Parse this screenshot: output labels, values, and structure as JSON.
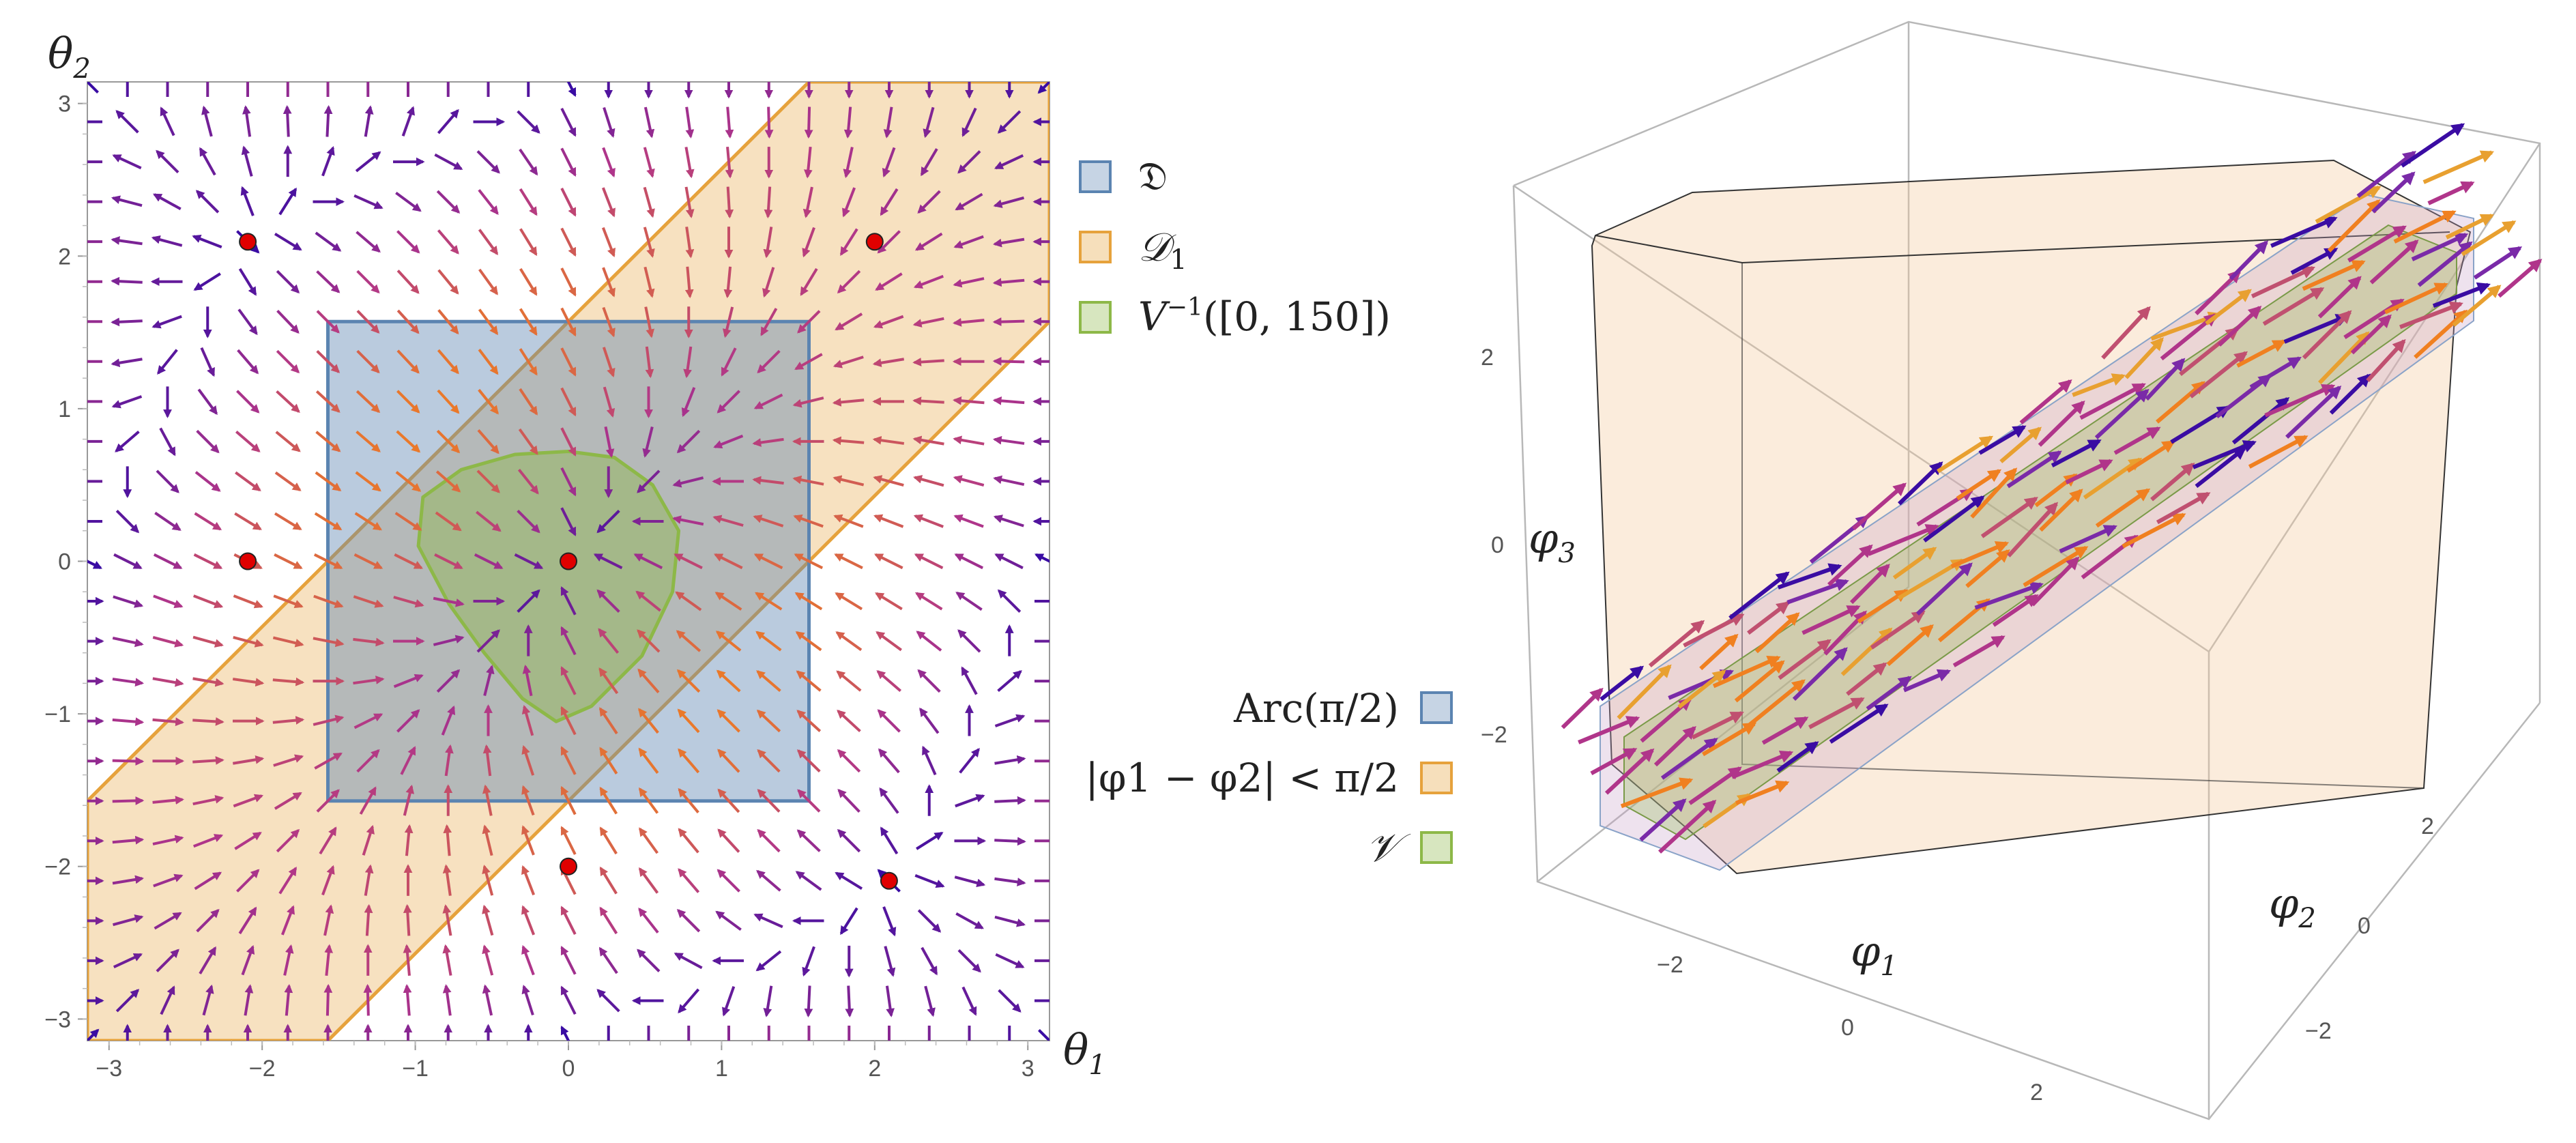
{
  "chart_data": [
    {
      "type": "vector-field",
      "xlabel": "θ",
      "xlabel_sub": "1",
      "ylabel": "θ",
      "ylabel_sub": "2",
      "xlim": [
        -3.14159,
        3.14159
      ],
      "ylim": [
        -3.14159,
        3.14159
      ],
      "xticks": [
        -3,
        -2,
        -1,
        0,
        1,
        2,
        3
      ],
      "yticks": [
        -3,
        -2,
        -1,
        0,
        1,
        2,
        3
      ],
      "xtick_labels": [
        "−3",
        "−2",
        "−1",
        "0",
        "1",
        "2",
        "3"
      ],
      "ytick_labels": [
        "−3",
        "−2",
        "−1",
        "0",
        "1",
        "2",
        "3"
      ],
      "regions": [
        {
          "legend": "𝔇",
          "color": "#5b84b1",
          "polygon": [
            [
              -1.5708,
              -1.5708
            ],
            [
              1.5708,
              -1.5708
            ],
            [
              1.5708,
              1.5708
            ],
            [
              -1.5708,
              1.5708
            ]
          ]
        },
        {
          "legend": "𝒟",
          "legend_sub": "1",
          "color": "#e6a23c",
          "polygon": [
            [
              -3.14159,
              -3.14159
            ],
            [
              -1.5708,
              -3.14159
            ],
            [
              3.14159,
              1.5708
            ],
            [
              3.14159,
              3.14159
            ],
            [
              1.5708,
              3.14159
            ],
            [
              -3.14159,
              -1.5708
            ]
          ]
        },
        {
          "legend": "V",
          "legend_sup": "−1",
          "legend_tail": "([0, 150])",
          "color": "#8db848",
          "polygon": [
            [
              0.0,
              0.72
            ],
            [
              0.3,
              0.68
            ],
            [
              0.55,
              0.5
            ],
            [
              0.72,
              0.2
            ],
            [
              0.68,
              -0.2
            ],
            [
              0.48,
              -0.62
            ],
            [
              0.15,
              -0.95
            ],
            [
              -0.08,
              -1.05
            ],
            [
              -0.3,
              -0.9
            ],
            [
              -0.55,
              -0.6
            ],
            [
              -0.78,
              -0.28
            ],
            [
              -0.98,
              0.1
            ],
            [
              -0.95,
              0.42
            ],
            [
              -0.7,
              0.6
            ],
            [
              -0.35,
              0.7
            ]
          ]
        }
      ],
      "equilibria": [
        [
          0.0,
          0.0
        ],
        [
          -2.094,
          0.0
        ],
        [
          0.0,
          -2.0
        ],
        [
          -2.094,
          2.094
        ],
        [
          2.0,
          2.094
        ],
        [
          2.094,
          -2.094
        ]
      ],
      "equilibrium_color": "#e00000",
      "arrow_colors": [
        "#3a0ca3",
        "#b0358a",
        "#f08020"
      ],
      "field": "dθ1 = -sin(θ1) - sin(θ1-θ2); dθ2 = -sin(θ2) + sin(θ1-θ2)",
      "grid": false
    },
    {
      "type": "3d-vector-field",
      "xlabel": "φ",
      "xlabel_sub": "1",
      "ylabel": "φ",
      "ylabel_sub": "2",
      "zlabel": "φ",
      "zlabel_sub": "3",
      "xticks": [
        "−2",
        "0",
        "2"
      ],
      "yticks": [
        "−2",
        "0",
        "2"
      ],
      "zticks": [
        "−2",
        "0",
        "2"
      ],
      "legend": [
        {
          "label": "Arc(π/2)",
          "color": "#5b84b1"
        },
        {
          "label": "|φ1 − φ2| < π/2",
          "color": "#e6a23c"
        },
        {
          "label": "𝒱",
          "color": "#8db848"
        }
      ],
      "legend_placement": "left"
    }
  ]
}
